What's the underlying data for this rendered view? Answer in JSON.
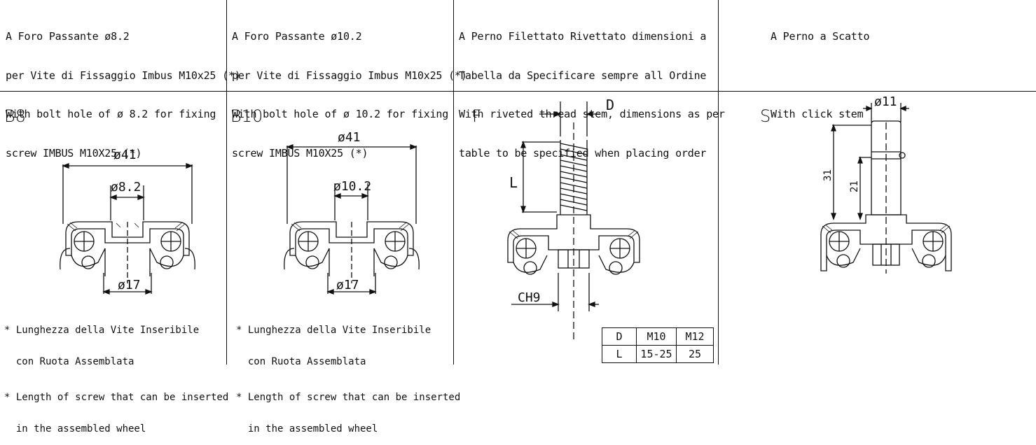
{
  "columns": [
    {
      "code": "B8",
      "header": [
        "A Foro Passante ø8.2",
        "per Vite di Fissaggio Imbus M10x25 (*)",
        "With bolt hole of ø 8.2 for fixing",
        "screw IMBUS M10X25 (*)"
      ],
      "dims": {
        "outer": "ø41",
        "hole": "ø8.2",
        "bottom": "ø17"
      },
      "notes": [
        "* Lunghezza della Vite Inseribile",
        "  con Ruota Assemblata",
        "* Length of screw that can be inserted",
        "  in the assembled wheel"
      ]
    },
    {
      "code": "B10",
      "header": [
        "A Foro Passante ø10.2",
        "per Vite di Fissaggio Imbus M10x25 (*)",
        "With bolt hole of ø 10.2 for fixing",
        "screw IMBUS M10X25 (*)"
      ],
      "dims": {
        "outer": "ø41",
        "hole": "ø10.2",
        "bottom": "ø17"
      },
      "notes": [
        "* Lunghezza della Vite Inseribile",
        "  con Ruota Assemblata",
        "* Length of screw that can be inserted",
        "  in the assembled wheel"
      ]
    },
    {
      "code": "F",
      "header": [
        "A Perno Filettato Rivettato dimensioni a",
        "Tabella da Specificare sempre all Ordine",
        "With riveted thread stem, dimensions as per",
        "table to be specified when placing order"
      ],
      "dims": {
        "d": "D",
        "l": "L",
        "ch": "CH9"
      },
      "table": {
        "row1": [
          "D",
          "M10",
          "M12"
        ],
        "row2": [
          "L",
          "15-25",
          "25"
        ]
      }
    },
    {
      "code": "S",
      "header": [
        "A Perno a Scatto",
        "",
        "With click stem"
      ],
      "dims": {
        "top": "ø11",
        "h1": "31",
        "h2": "21"
      }
    }
  ]
}
